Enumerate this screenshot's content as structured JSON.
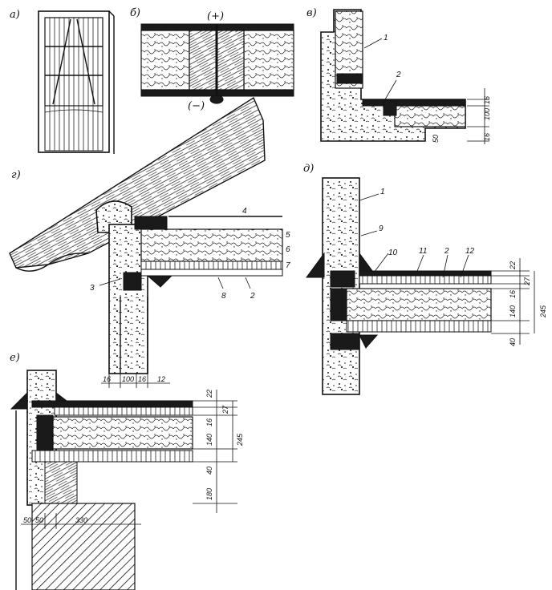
{
  "panels": [
    {
      "id": "a",
      "label": "а)"
    },
    {
      "id": "b",
      "label": "б)",
      "marks": [
        "(+)",
        "(−)"
      ]
    },
    {
      "id": "v",
      "label": "в)",
      "callouts": [
        "1",
        "2"
      ],
      "dims": [
        "16",
        "100",
        "16",
        "50"
      ]
    },
    {
      "id": "g",
      "label": "г)",
      "callouts": [
        "4",
        "5",
        "6",
        "7",
        "3",
        "8",
        "2"
      ],
      "dims": [
        "16",
        "100",
        "16",
        "12"
      ]
    },
    {
      "id": "d",
      "label": "д)",
      "callouts": [
        "1",
        "9",
        "10",
        "11",
        "2",
        "12"
      ],
      "dims": [
        "22",
        "27",
        "16",
        "140",
        "245",
        "40"
      ]
    },
    {
      "id": "e",
      "label": "е)",
      "dims": [
        "22",
        "27",
        "16",
        "140",
        "245",
        "40",
        "180",
        "50",
        "50",
        "330"
      ]
    }
  ]
}
